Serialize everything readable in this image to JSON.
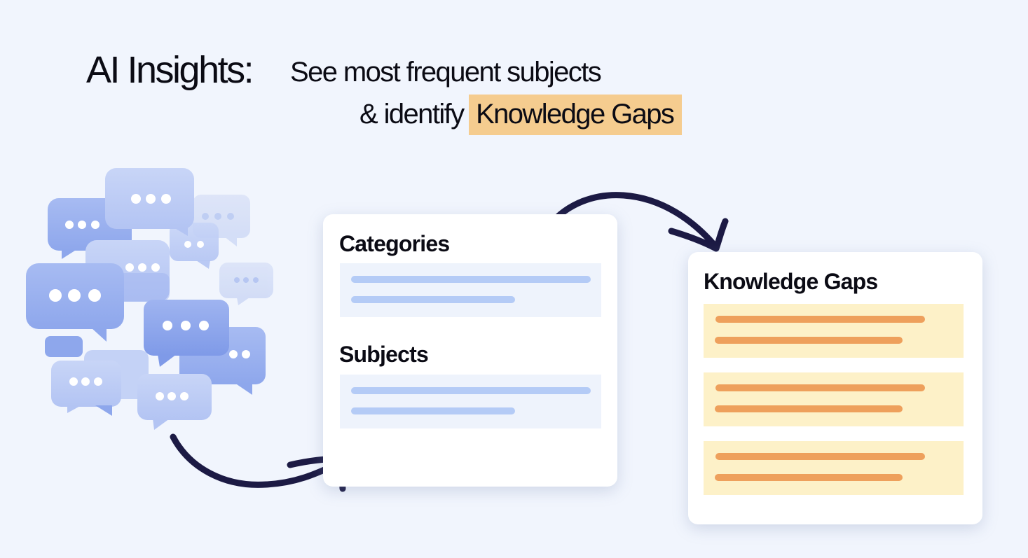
{
  "headline": {
    "title": "AI Insights:",
    "line1": "See most frequent subjects",
    "line2_prefix": "& identify",
    "line2_highlight": "Knowledge Gaps"
  },
  "illustration": {
    "icon": "chat-bubbles-icon",
    "bubble_color": "#a9bdf2"
  },
  "cards": {
    "categories_card": {
      "sections": [
        {
          "title": "Categories",
          "placeholder_lines": 2
        },
        {
          "title": "Subjects",
          "placeholder_lines": 2
        }
      ],
      "panel_color": "#eef3fc",
      "line_color": "#b4cbf6"
    },
    "gaps_card": {
      "title": "Knowledge Gaps",
      "items": 3,
      "panel_color": "#fdf1c8",
      "line_color": "#eea05c"
    }
  },
  "colors": {
    "background": "#f1f5fd",
    "highlight": "#f5cc8f",
    "arrow": "#1c1a44",
    "text": "#0b0b14"
  }
}
